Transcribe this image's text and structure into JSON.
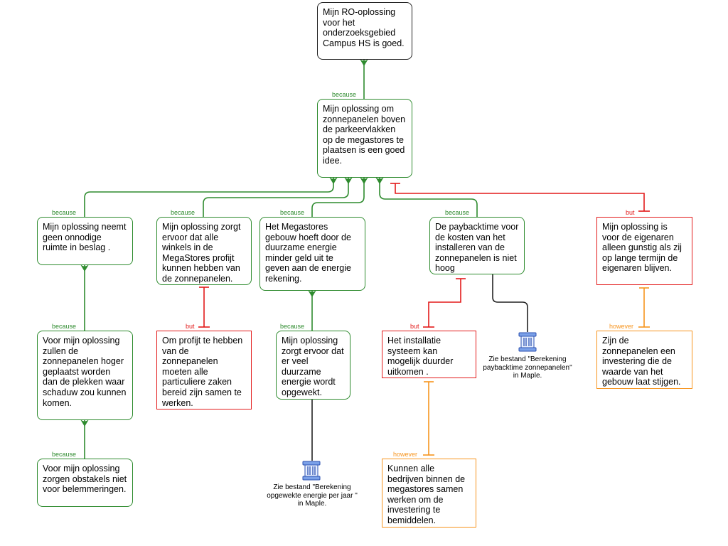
{
  "colors": {
    "support": "#2e8b2e",
    "objection": "#e31a1a",
    "rebuttal": "#f7941d",
    "evidence": "#222222"
  },
  "labels": {
    "because": "because",
    "but": "but",
    "however": "however"
  },
  "nodes": {
    "root": "Mijn RO-oplossing voor het onderzoeksgebied Campus HS  is goed.",
    "main": "Mijn oplossing om zonnepanelen boven de parkeervlakken op de megastores te plaatsen is een goed idee.",
    "a": "Mijn oplossing neemt geen onnodige ruimte in beslag .",
    "a1": "Voor mijn oplossing zullen de zonnepanelen hoger geplaatst worden dan de plekken waar schaduw zou kunnen komen.",
    "a2": "Voor mijn oplossing zorgen obstakels niet voor belemmeringen.",
    "b": "Mijn oplossing zorgt ervoor dat alle winkels in de MegaStores profijt kunnen hebben van de zonnepanelen.",
    "b1": "Om profijt te hebben van de zonnepanelen moeten alle particuliere zaken bereid zijn samen te werken.",
    "c": "Het Megastores gebouw hoeft door de duurzame energie minder geld uit te geven aan de energie rekening.",
    "c1": "Mijn oplossing zorgt ervoor dat er veel duurzame energie wordt opgewekt.",
    "c2": "Zie bestand \"Berekening opgewekte energie per jaar \" in Maple.",
    "d": "De paybacktime voor de kosten van het installeren van de zonnepanelen is niet hoog",
    "d1": "Het installatie systeem kan mogelijk duurder uitkomen .",
    "d1a": "Kunnen alle bedrijven binnen de megastores samen werken om de investering te bemiddelen.",
    "d2": "Zie bestand \"Berekening paybacktime zonnepanelen\" in Maple.",
    "e": "Mijn oplossing is voor de eigenaren alleen gunstig als zij op lange termijn de eigenaren blijven.",
    "e1": "Zijn de zonnepanelen een investering die de waarde van het gebouw laat stijgen."
  },
  "icons": {
    "evidence": "pillar-icon"
  }
}
